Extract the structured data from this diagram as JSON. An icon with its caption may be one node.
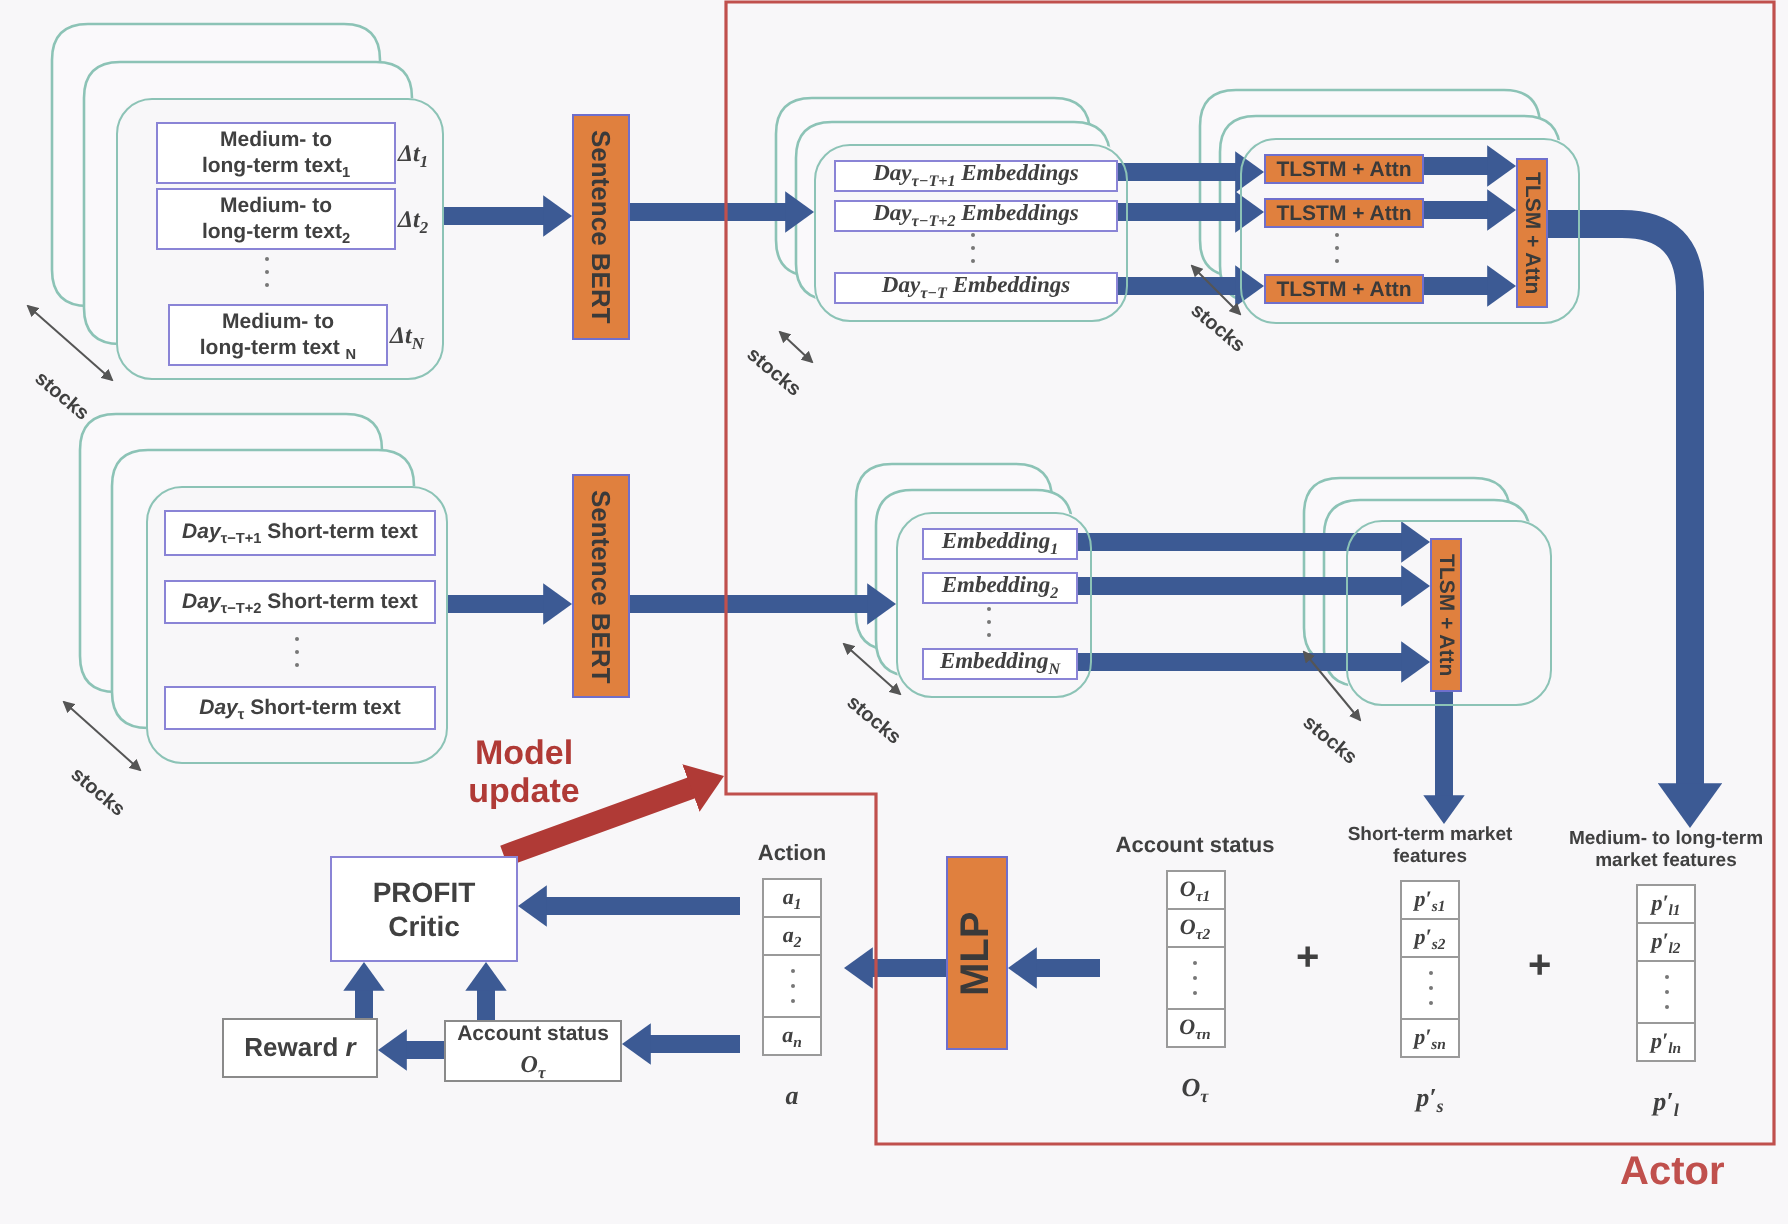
{
  "diagram": {
    "nodes": [
      {
        "text": [],
        "shape": "box"
      },
      {
        "text": [
          "Medium- to long-term text$_{1}$"
        ],
        "in": 0,
        "beside": [
          "Δt$_{1}$"
        ]
      },
      {
        "text": [
          "Medium- to long-term text$_{2}$"
        ],
        "in": 0,
        "beside": [
          "Δt$_{2}$"
        ]
      },
      {
        "text": [
          "Medium- to long-term text $_{N}$"
        ],
        "in": 0,
        "beside": [
          "Δt$_{N}$"
        ]
      },
      {
        "text": [
          "Sentence BERT"
        ]
      },
      {
        "text": [],
        "shape": "box"
      },
      {
        "text": [
          "*Day*$_{τ−T+1}$ Short-term text"
        ],
        "in": 5
      },
      {
        "text": [
          "*Day*$_{τ−T+2}$ Short-term text"
        ],
        "in": 5
      },
      {
        "text": [
          "*Day*$_{τ}$ Short-term text"
        ],
        "in": 5
      },
      {
        "text": [
          "Sentence BERT"
        ]
      },
      {
        "text": [
          "Actor"
        ]
      },
      {
        "text": [],
        "shape": "box",
        "in": 10
      },
      {
        "text": [
          "Day$_{τ−T+1}$ Embeddings"
        ],
        "in": 11
      },
      {
        "text": [
          "Day$_{τ−T+2}$ Embeddings"
        ],
        "in": 11
      },
      {
        "text": [
          "Day$_{τ−T}$ Embeddings"
        ],
        "in": 11
      },
      {
        "text": [],
        "shape": "box",
        "in": 10
      },
      {
        "text": [
          "TLSTM + Attn"
        ],
        "in": 15
      },
      {
        "text": [
          "TLSTM + Attn"
        ],
        "in": 15
      },
      {
        "text": [
          "TLSTM + Attn"
        ],
        "in": 15
      },
      {
        "text": [
          "TLSM + Attn"
        ],
        "in": 15
      },
      {
        "text": [],
        "shape": "box",
        "in": 10
      },
      {
        "text": [
          "Embedding$_{1}$"
        ],
        "in": 20
      },
      {
        "text": [
          "Embedding$_{2}$"
        ],
        "in": 20
      },
      {
        "text": [
          "Embedding$_{N}$"
        ],
        "in": 20
      },
      {
        "text": [],
        "shape": "box",
        "in": 10
      },
      {
        "text": [
          "TLSM + Attn"
        ],
        "in": 24
      },
      {
        "text": [
          "MLP"
        ],
        "in": 10
      },
      {
        "text": [
          "Account status",
          "O$_{τ1}$",
          "O$_{τ2}$",
          "O$_{τn}$"
        ],
        "in": 10,
        "beside": [
          "O$_{τ}$"
        ]
      },
      {
        "text": [
          "Short-term market features",
          "p′$_{s1}$",
          "p′$_{s2}$",
          "p′$_{sn}$"
        ],
        "in": 10,
        "beside": [
          "p′$_{s}$"
        ]
      },
      {
        "text": [
          "Medium- to long-term market features",
          "p′$_{l1}$",
          "p′$_{l2}$",
          "p′$_{ln}$"
        ],
        "in": 10,
        "beside": [
          "p′$_{l}$"
        ]
      },
      {
        "text": [
          "Action",
          "a$_{1}$",
          "a$_{2}$",
          "a$_{n}$"
        ],
        "beside": [
          "a"
        ]
      },
      {
        "text": [
          "PROFIT Critic"
        ]
      },
      {
        "text": [
          "Reward *r*"
        ]
      },
      {
        "text": [
          "Account status",
          "*O*$_{τ}$"
        ]
      }
    ],
    "edges": [
      {
        "from": 0,
        "to": 4,
        "arrow": "to"
      },
      {
        "from": 4,
        "to": 11,
        "arrow": "to"
      },
      {
        "from": 5,
        "to": 9,
        "arrow": "to"
      },
      {
        "from": 9,
        "to": 20,
        "arrow": "to"
      },
      {
        "from": 12,
        "to": 16,
        "arrow": "to"
      },
      {
        "from": 13,
        "to": 17,
        "arrow": "to"
      },
      {
        "from": 14,
        "to": 18,
        "arrow": "to"
      },
      {
        "from": 16,
        "to": 19,
        "arrow": "to"
      },
      {
        "from": 17,
        "to": 19,
        "arrow": "to"
      },
      {
        "from": 18,
        "to": 19,
        "arrow": "to"
      },
      {
        "from": 19,
        "to": 29,
        "arrow": "to"
      },
      {
        "from": 21,
        "to": 25,
        "arrow": "to"
      },
      {
        "from": 22,
        "to": 25,
        "arrow": "to"
      },
      {
        "from": 23,
        "to": 25,
        "arrow": "to"
      },
      {
        "from": 25,
        "to": 28,
        "arrow": "to"
      },
      {
        "from": 27,
        "to": 26,
        "arrow": "to"
      },
      {
        "from": 26,
        "to": 30,
        "arrow": "to"
      },
      {
        "from": 30,
        "to": 31,
        "arrow": "to"
      },
      {
        "from": 30,
        "to": 33,
        "arrow": "to"
      },
      {
        "from": 33,
        "to": 32,
        "arrow": "to"
      },
      {
        "from": 32,
        "to": 31,
        "arrow": "to"
      },
      {
        "from": 33,
        "to": 31,
        "arrow": "to"
      },
      {
        "from": 31,
        "to": 10,
        "arrow": "to",
        "label": "Model update",
        "color": "#b03a36"
      }
    ],
    "labels": [
      "stocks",
      "stocks",
      "stocks",
      "stocks",
      "stocks",
      "stocks",
      "+",
      "+"
    ]
  }
}
